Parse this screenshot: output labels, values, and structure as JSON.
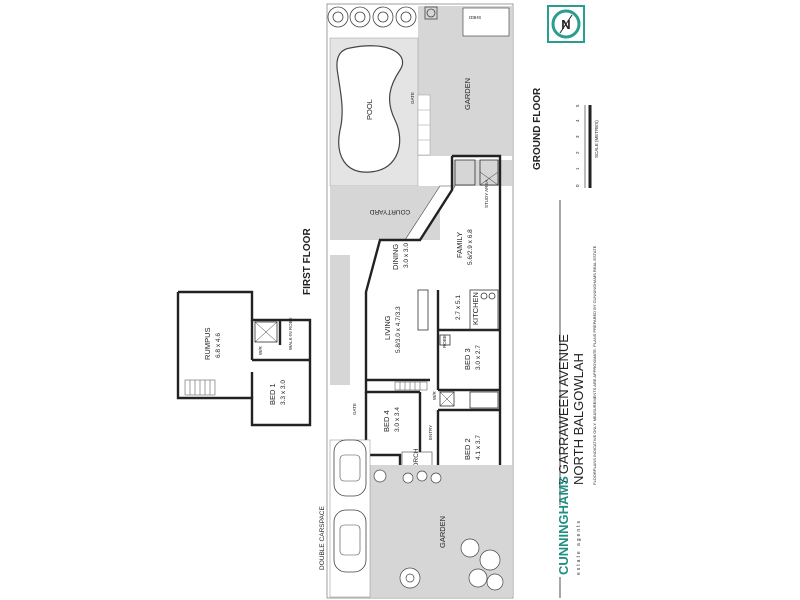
{
  "floors": {
    "ground": "GROUND FLOOR",
    "first": "FIRST FLOOR"
  },
  "address": {
    "line1": "7 GARRAWEEN AVENUE",
    "line2": "NORTH BALGOWLAH"
  },
  "disclaimer": "FLOORPLANS INDICATIVE ONLY. MEASUREMENTS ARE APPROXIMATE. PLANS PREPARED BY CUNNINGHAMS REAL ESTATE",
  "brand": {
    "name": "CUNNINGHAMS",
    "tagline": "estate agents",
    "color": "#1f8f84",
    "accent": "#c8d400"
  },
  "scale": {
    "title": "SCALE (METRES)",
    "ticks": [
      "0",
      "1",
      "2",
      "3",
      "4",
      "5"
    ]
  },
  "north": "N",
  "ground_floor": {
    "shed": "SHED",
    "garden_top": "GARDEN",
    "pool": "POOL",
    "gate_pool": "GATE",
    "courtyard": "COURTYARD",
    "study": "STUDY\nAREA",
    "family": {
      "name": "FAMILY",
      "dim": "5.6/2.9 x 6.8"
    },
    "dining": {
      "name": "DINING",
      "dim": "3.0 x 3.0"
    },
    "kitchen": {
      "name": "KITCHEN",
      "dim": "2.7 x 5.1"
    },
    "living": {
      "name": "LIVING",
      "dim": "5.8/3.0 x 4.7/3.3"
    },
    "bed3": {
      "name": "BED 3",
      "dim": "3.0 x 2.7"
    },
    "bed4": {
      "name": "BED 4",
      "dim": "3.0 x 3.4"
    },
    "bed2": {
      "name": "BED 2",
      "dim": "4.1 x 3.7"
    },
    "entry": "ENTRY",
    "porch": "PORCH",
    "gate_side": "GATE",
    "carspace": "DOUBLE CARSPACE",
    "garden_bottom": "GARDEN",
    "robe": "ROBE",
    "wir": "W/R"
  },
  "first_floor": {
    "rumpus": {
      "name": "RUMPUS",
      "dim": "6.8 x 4.6"
    },
    "bed1": {
      "name": "BED 1",
      "dim": "3.3 x 3.0"
    },
    "walkin": "WALK-IN\nROBE",
    "wir": "W/R"
  }
}
